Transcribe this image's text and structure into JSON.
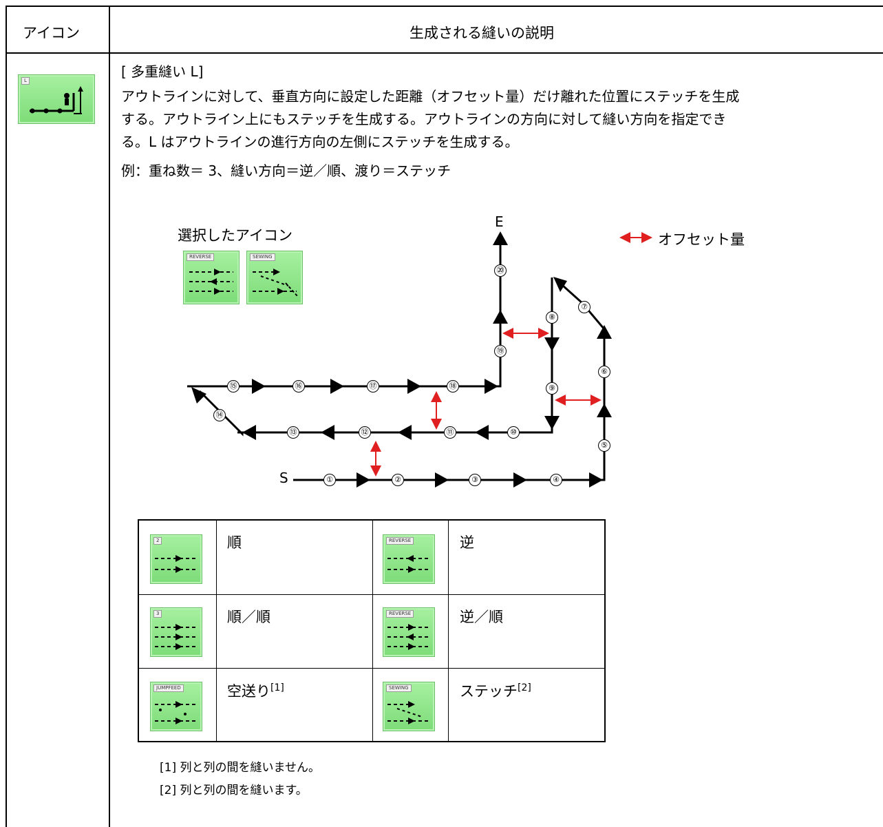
{
  "header": {
    "col1": "アイコン",
    "col2": "生成される縫いの説明"
  },
  "main_icon": {
    "tab": "L"
  },
  "title": "[ 多重縫い L]",
  "description": [
    "アウトラインに対して、垂直方向に設定した距離（オフセット量）だけ離れた位置にステッチを生成",
    "する。アウトライン上にもステッチを生成する。アウトラインの方向に対して縫い方向を指定でき",
    "る。L はアウトラインの進行方向の左側にステッチを生成する。"
  ],
  "example": "例：重ね数＝ 3、縫い方向＝逆／順、渡り＝ステッチ",
  "diagram": {
    "selected_label": "選択したアイコン",
    "selected_icons": [
      {
        "tab": "REVERSE"
      },
      {
        "tab": "SEWING"
      }
    ],
    "legend": "オフセット量",
    "start": "S",
    "end": "E",
    "numbers": [
      "①",
      "②",
      "③",
      "④",
      "⑤",
      "⑥",
      "⑦",
      "⑧",
      "⑨",
      "⑩",
      "⑪",
      "⑫",
      "⑬",
      "⑭",
      "⑮",
      "⑯",
      "⑰",
      "⑱",
      "⑲",
      "⑳"
    ]
  },
  "options": [
    {
      "tab": "2",
      "label": "順"
    },
    {
      "tab": "REVERSE",
      "label": "逆"
    },
    {
      "tab": "3",
      "label": "順／順"
    },
    {
      "tab": "REVERSE",
      "label": "逆／順"
    },
    {
      "tab": "JUMPFEED",
      "label": "空送り",
      "sup": "[1]"
    },
    {
      "tab": "SEWING",
      "label": "ステッチ",
      "sup": "[2]"
    }
  ],
  "notes": [
    "[1] 列と列の間を縫いません。",
    "[2] 列と列の間を縫います。"
  ],
  "colors": {
    "offset_arrow": "#e02020",
    "icon_green": "#8ee388"
  }
}
